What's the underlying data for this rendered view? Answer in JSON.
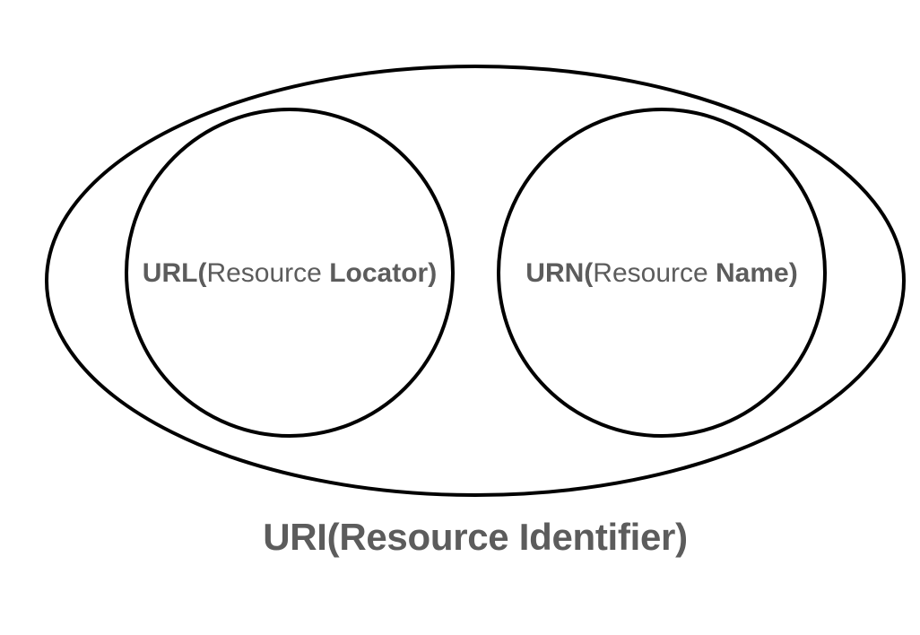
{
  "diagram": {
    "type": "venn-euler",
    "background_color": "#ffffff",
    "stroke_color": "#000000",
    "text_color": "#5c5c5c",
    "caption": {
      "text": "URI(Resource Identifier)",
      "acronym": "URI",
      "expansion": "Resource Identifier"
    },
    "sets": [
      {
        "id": "url",
        "acronym": "URL",
        "open_paren": "URL(",
        "middle": "Resource ",
        "tail": "Locator)",
        "full_text": "URL(Resource Locator)"
      },
      {
        "id": "urn",
        "acronym": "URN",
        "open_paren": "URN(",
        "middle": "Resource ",
        "tail": "Name)",
        "full_text": "URN(Resource Name)"
      }
    ]
  }
}
